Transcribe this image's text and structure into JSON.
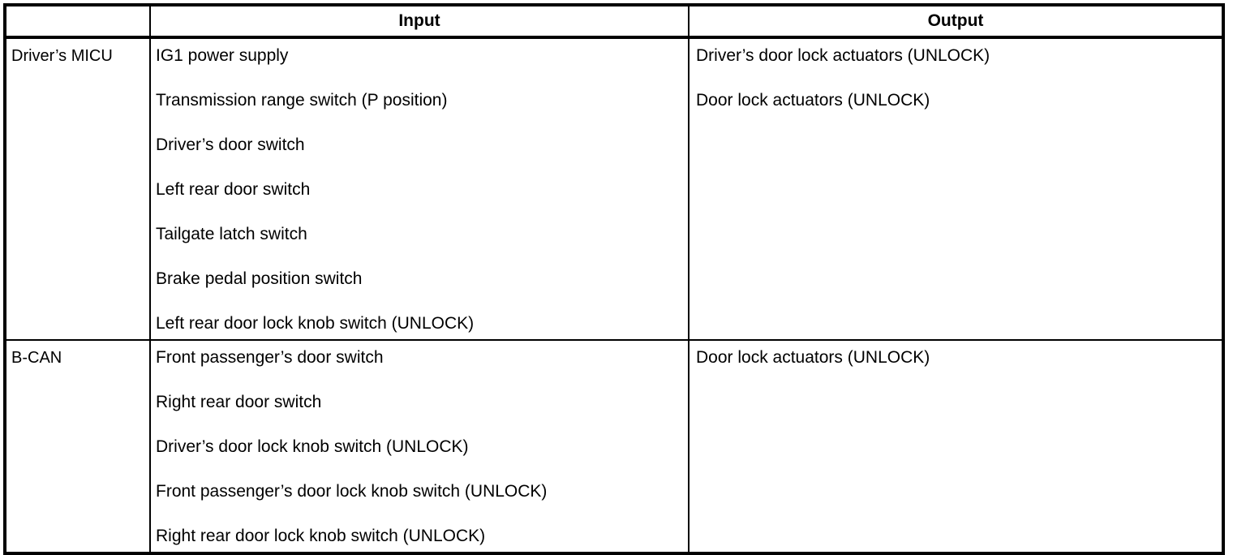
{
  "table": {
    "headers": {
      "source": "",
      "input": "Input",
      "output": "Output"
    },
    "rows": [
      {
        "source": "Driver’s MICU",
        "inputs": [
          "IG1 power supply",
          "Transmission range switch (P position)",
          "Driver’s door switch",
          "Left rear door switch",
          "Tailgate latch switch",
          "Brake pedal position switch",
          "Left rear door lock knob switch (UNLOCK)"
        ],
        "outputs": [
          "Driver’s door lock actuators (UNLOCK)",
          "Door lock actuators (UNLOCK)"
        ]
      },
      {
        "source": "B-CAN",
        "inputs": [
          "Front passenger’s door switch",
          "Right rear door switch",
          "Driver’s door lock knob switch (UNLOCK)",
          "Front passenger’s door lock knob switch (UNLOCK)",
          "Right rear door lock knob switch (UNLOCK)"
        ],
        "outputs": [
          "Door lock actuators (UNLOCK)"
        ]
      }
    ]
  },
  "colors": {
    "border": "#000000",
    "text": "#000000",
    "background": "#ffffff"
  }
}
